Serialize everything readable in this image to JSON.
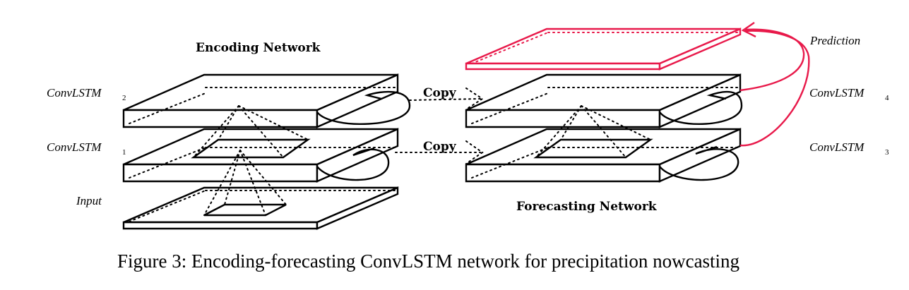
{
  "labels": {
    "encoding_network": "Encoding Network",
    "forecasting_network": "Forecasting Network",
    "prediction": "Prediction",
    "copy_top": "Copy",
    "copy_bottom": "Copy",
    "input": "Input",
    "conv_base": "ConvLSTM",
    "enc_layer2_sub": "2",
    "enc_layer1_sub": "1",
    "fc_layer4_sub": "4",
    "fc_layer3_sub": "3"
  },
  "caption": "Figure 3: Encoding-forecasting ConvLSTM network for precipitation nowcasting",
  "colors": {
    "prediction": "#e8194a",
    "line": "#000000"
  }
}
